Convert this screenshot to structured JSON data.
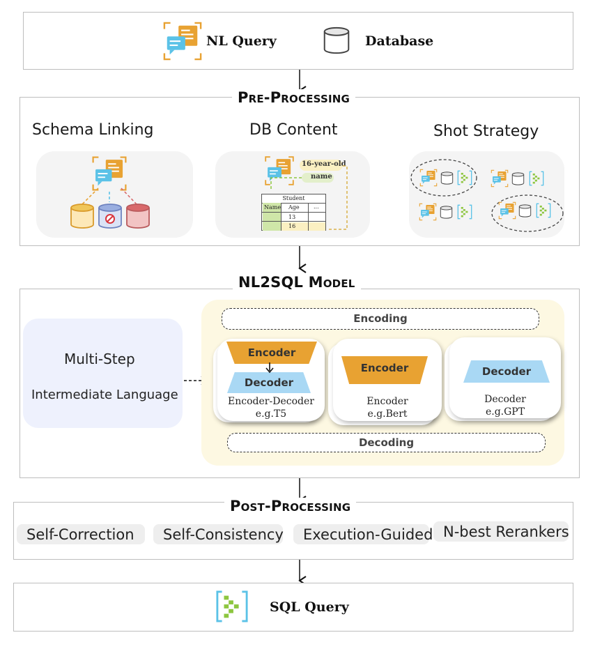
{
  "input": {
    "nl_query": "NL Query",
    "database": "Database"
  },
  "preprocessing": {
    "title": "Pre-Processing",
    "schema_linking": "Schema Linking",
    "db_content": {
      "title": "DB Content",
      "tag_value": "16-year-old",
      "tag_column": "name",
      "table_name": "Student",
      "headers": [
        "Name",
        "Age",
        "..."
      ],
      "ages": [
        "13",
        "16"
      ]
    },
    "shot_strategy": "Shot Strategy"
  },
  "model": {
    "title": "NL2SQL Model",
    "multi_step": "Multi-Step",
    "intermediate": "Intermediate Language",
    "encoding": "Encoding",
    "decoding": "Decoding",
    "cards": [
      {
        "encoder": "Encoder",
        "decoder": "Decoder",
        "name": "Encoder-Decoder",
        "example": "e.g.T5"
      },
      {
        "encoder": "Encoder",
        "name": "Encoder",
        "example": "e.g.Bert"
      },
      {
        "decoder": "Decoder",
        "name": "Decoder",
        "example": "e.g.GPT"
      }
    ]
  },
  "postprocessing": {
    "title": "Post-Processing",
    "methods": [
      "Self-Correction",
      "Self-Consistency",
      "Execution-Guided",
      "N-best Rerankers"
    ]
  },
  "output": {
    "sql_query": "SQL Query"
  },
  "colors": {
    "orange": "#e8a232",
    "blue": "#a9d8f4",
    "green": "#8dc63f",
    "red": "#d9696b",
    "panel": "#f4f4f4",
    "model_bg": "#fdf8e2"
  }
}
